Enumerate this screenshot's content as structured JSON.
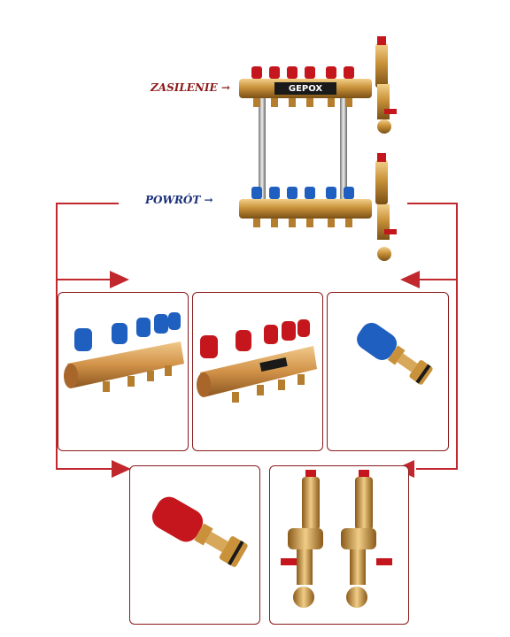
{
  "labels": {
    "supply": "ZASILENIE",
    "return": "POWRÓT",
    "arrow": "→"
  },
  "brand": {
    "logo_text": "GEPOX"
  },
  "colors": {
    "supply_label": "#8b1a1a",
    "return_label": "#1a2f7a",
    "connector": "#c0282d",
    "panel_border": "#8b1a1a",
    "brass": "#c9923a",
    "cap_red": "#c4161c",
    "cap_blue": "#1f5fbf"
  },
  "panels": [
    {
      "name": "blue-cap-manifold"
    },
    {
      "name": "red-cap-manifold"
    },
    {
      "name": "blue-valve-insert"
    },
    {
      "name": "red-valve-insert"
    },
    {
      "name": "air-vent-drain-valves"
    }
  ]
}
